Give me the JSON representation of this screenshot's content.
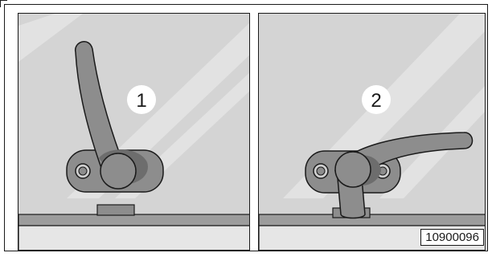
{
  "figure": {
    "panels": [
      {
        "label": "1"
      },
      {
        "label": "2"
      }
    ],
    "reference_number": "10900096"
  },
  "colors": {
    "background": "#d4d4d4",
    "glass_highlight": "#e2e2e2",
    "frame": "#9c9c9c",
    "frame_highlight": "#e6e6e6",
    "handle": "#8d8d8d",
    "handle_shadow": "#6d6d6d",
    "outline": "#1a1a1a",
    "badge": "#ffffff"
  }
}
